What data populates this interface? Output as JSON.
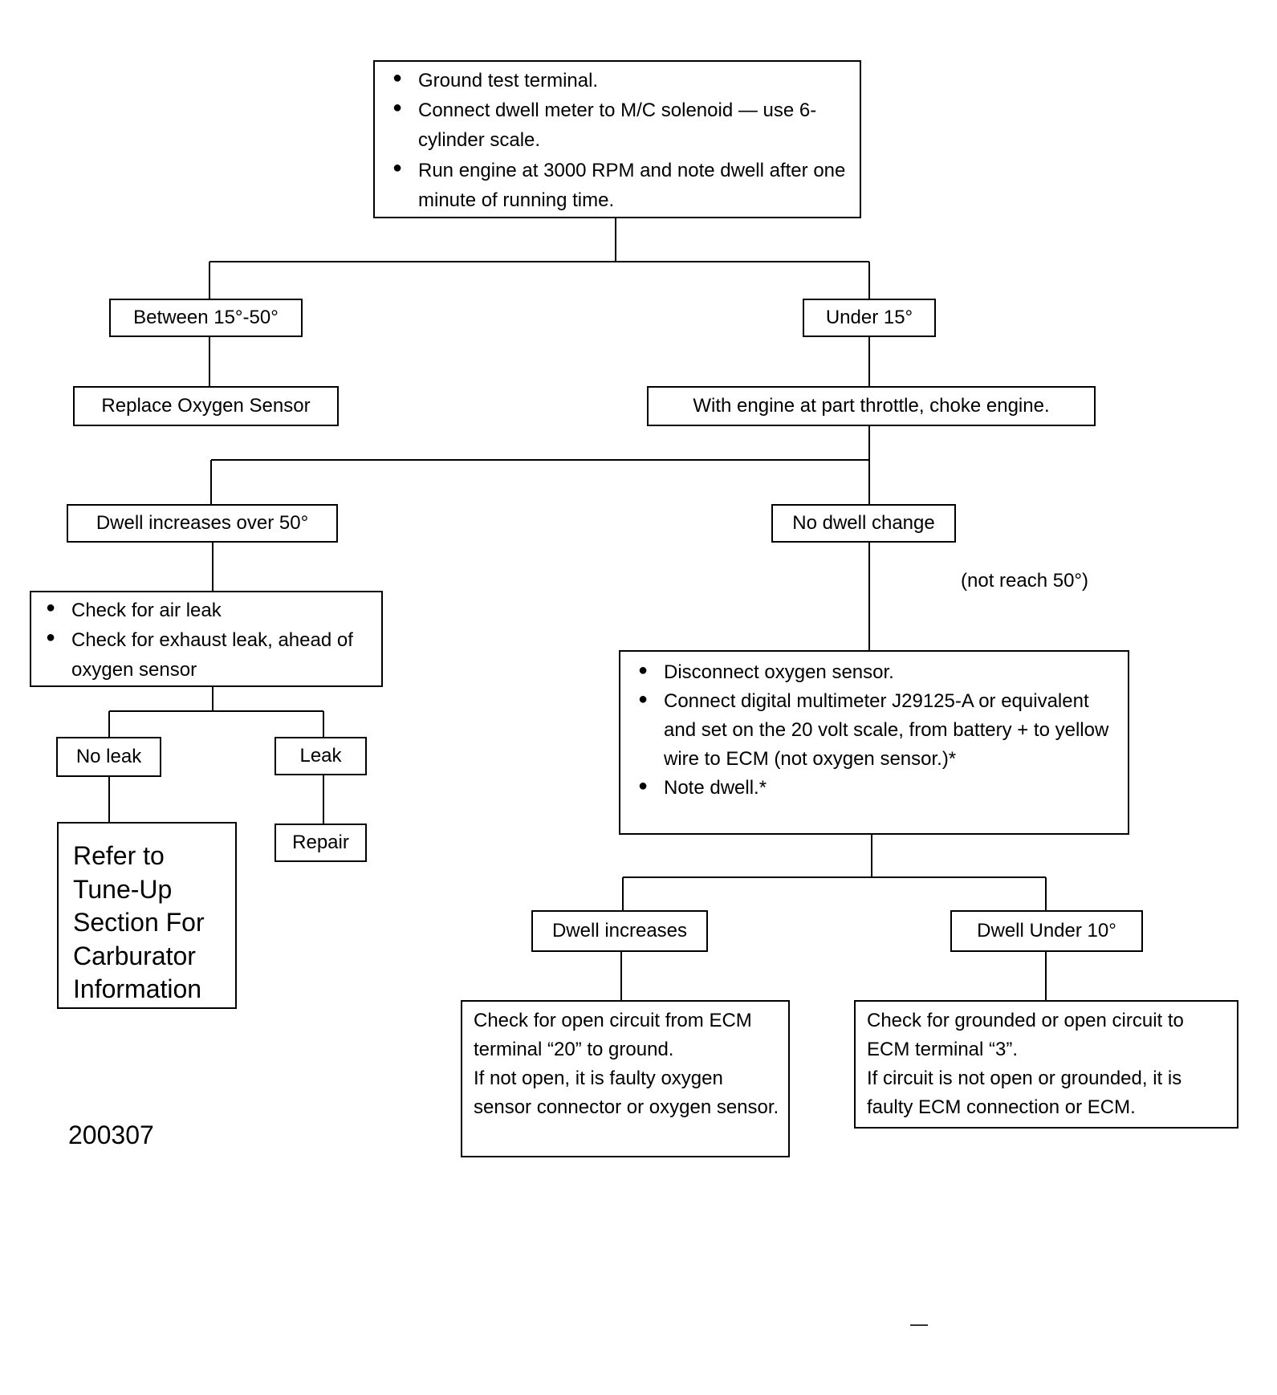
{
  "start": {
    "items": [
      "Ground test terminal.",
      "Connect dwell meter to M/C solenoid — use 6-cylinder scale.",
      "Run engine at 3000 RPM and note dwell after one minute of running time."
    ]
  },
  "between": {
    "label": "Between 15°-50°"
  },
  "replace_o2": {
    "label": "Replace Oxygen Sensor"
  },
  "under15": {
    "label": "Under 15°"
  },
  "choke": {
    "label": "With engine at part throttle, choke engine."
  },
  "dwell_over50": {
    "label": "Dwell increases over 50°"
  },
  "no_change": {
    "label": "No dwell change"
  },
  "not_reach": {
    "label": "(not reach 50°)"
  },
  "leak_check": {
    "items": [
      "Check for air leak",
      "Check for exhaust leak, ahead of oxygen sensor"
    ]
  },
  "no_leak": {
    "label": "No leak"
  },
  "leak": {
    "label": "Leak"
  },
  "repair": {
    "label": "Repair"
  },
  "tuneup": {
    "text": "Refer to Tune-Up Section For Carburator Information"
  },
  "disconnect": {
    "items": [
      "Disconnect oxygen sensor.",
      "Connect digital multimeter J29125-A or equivalent and set on the 20 volt scale, from battery + to yellow wire to ECM (not oxygen sensor.)*",
      "Note dwell.*"
    ]
  },
  "dwell_increases": {
    "label": "Dwell increases"
  },
  "dwell_under10": {
    "label": "Dwell Under 10°"
  },
  "open_circuit": {
    "lines": [
      "Check for open circuit from ECM terminal “20” to ground.",
      "If not open, it is faulty oxygen sensor connector or oxygen sensor."
    ]
  },
  "grounded_circuit": {
    "lines": [
      "Check for grounded or open circuit to ECM terminal “3”.",
      "If circuit is not open or grounded, it is faulty ECM connection or ECM."
    ]
  },
  "figure_number": "200307"
}
